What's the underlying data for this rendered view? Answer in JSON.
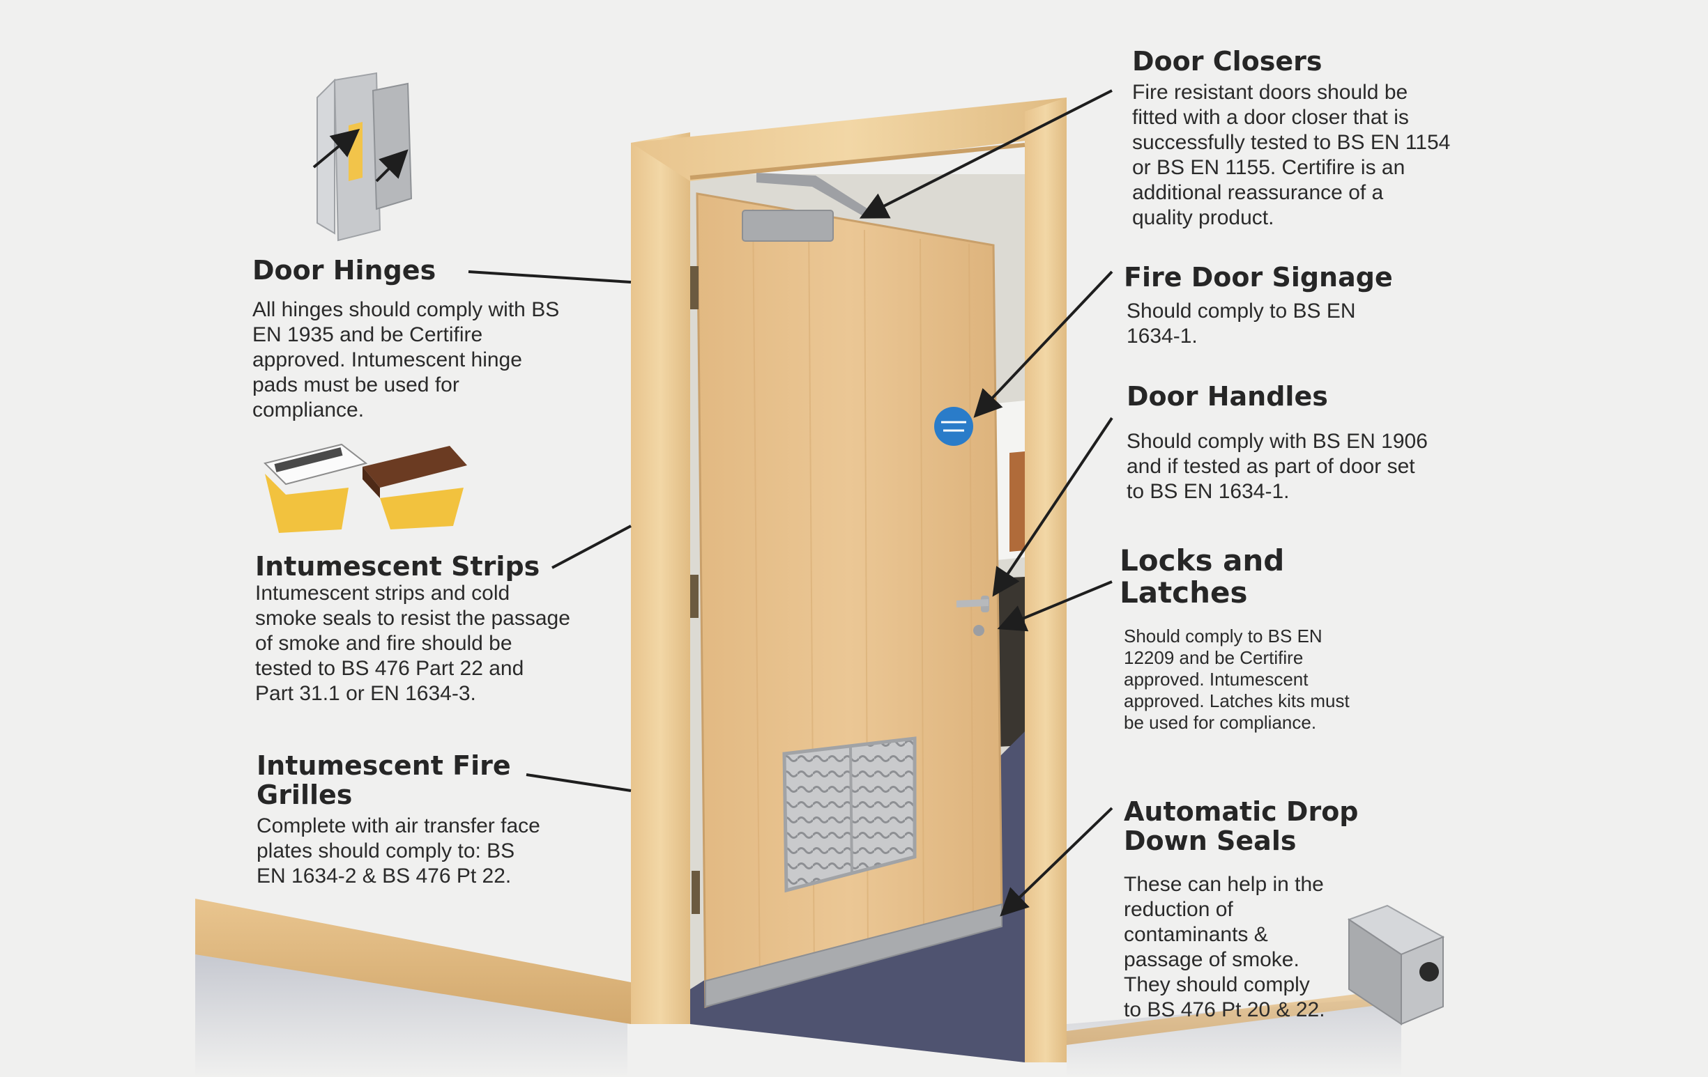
{
  "labels": {
    "door_hinges": {
      "title": "Door Hinges",
      "body": "All hinges should comply with BS\nEN 1935 and be Certifire\napproved. Intumescent hinge\npads must be used for\ncompliance."
    },
    "intumescent_strips": {
      "title": "Intumescent Strips",
      "body": "Intumescent strips and cold\nsmoke seals to resist the passage\nof smoke and fire should be\ntested to BS 476 Part 22 and\nPart 31.1 or EN 1634-3."
    },
    "intumescent_grilles": {
      "title": "Intumescent Fire\nGrilles",
      "body": "Complete with air transfer face\nplates should comply to: BS\nEN 1634-2 & BS 476 Pt 22."
    },
    "door_closers": {
      "title": "Door Closers",
      "body": "Fire resistant doors should be\nfitted with a door closer that is\nsuccessfully tested to BS EN 1154\nor BS EN 1155. Certifire is an\nadditional reassurance of a\nquality product."
    },
    "fire_door_signage": {
      "title": "Fire Door Signage",
      "body": "Should comply to BS EN\n1634-1."
    },
    "door_handles": {
      "title": "Door Handles",
      "body": "Should comply with BS EN 1906\nand if tested as part of door set\nto BS EN 1634-1."
    },
    "locks_latches": {
      "title": "Locks and\nLatches",
      "body": "Should comply to BS EN\n12209 and be Certifire\napproved. Intumescent\napproved. Latches kits must\nbe used for compliance."
    },
    "drop_down_seals": {
      "title": "Automatic Drop\nDown Seals",
      "body": "These can help in the\nreduction of\ncontaminants &\npassage of smoke.\nThey should comply\nto BS 476 Pt 20 & 22."
    }
  },
  "colors": {
    "background": "#f0f0ef",
    "door_wood": "#e7c08e",
    "frame_wood": "#eccc97",
    "floor": "#4f5370",
    "sign": "#2a7cc9",
    "metal": "#a9abae",
    "arrow": "#1e1e1e"
  }
}
